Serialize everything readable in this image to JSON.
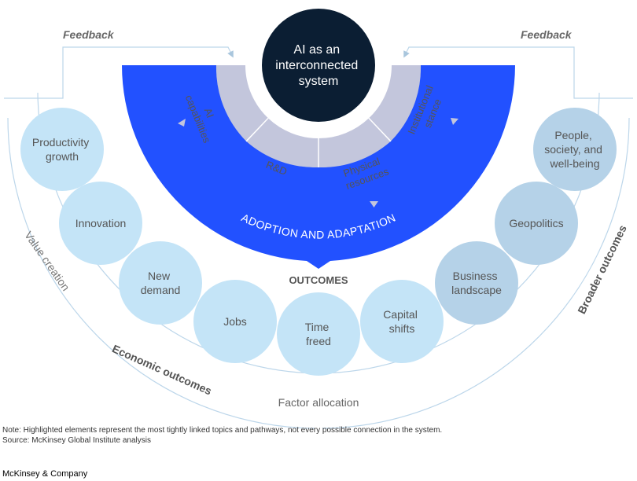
{
  "center": {
    "lines": [
      "AI as an",
      "interconnected",
      "system"
    ]
  },
  "feedback": {
    "left": "Feedback",
    "right": "Feedback"
  },
  "ring": {
    "segments": [
      {
        "lines": [
          "AI",
          "capabilities"
        ]
      },
      {
        "lines": [
          "R&D"
        ]
      },
      {
        "lines": [
          "Physical",
          "resources"
        ]
      },
      {
        "lines": [
          "Institutional",
          "stance"
        ]
      }
    ]
  },
  "band": {
    "label": "ADOPTION AND ADAPTATION"
  },
  "outcomes_title": "OUTCOMES",
  "circles": [
    {
      "lines": [
        "Productivity",
        "growth"
      ]
    },
    {
      "lines": [
        "Innovation"
      ]
    },
    {
      "lines": [
        "New",
        "demand"
      ]
    },
    {
      "lines": [
        "Jobs"
      ]
    },
    {
      "lines": [
        "Time",
        "freed"
      ]
    },
    {
      "lines": [
        "Capital",
        "shifts"
      ]
    },
    {
      "lines": [
        "Business",
        "landscape"
      ]
    },
    {
      "lines": [
        "Geopolitics"
      ]
    },
    {
      "lines": [
        "People,",
        "society, and",
        "well-being"
      ]
    }
  ],
  "arc_labels": {
    "value_creation": "Value creation",
    "economic_outcomes": "Economic outcomes",
    "factor_allocation": "Factor allocation",
    "broader_outcomes": "Broader outcomes"
  },
  "footer": {
    "note": "Note: Highlighted elements represent the most tightly linked topics and pathways, not every possible connection in the system.",
    "source": "Source: McKinsey Global Institute analysis",
    "brand": "McKinsey & Company"
  },
  "colors": {
    "center_fill": "#0b1e33",
    "ring_fill": "#c3c6dc",
    "band_fill": "#2251ff",
    "circle_fill": "#c4e4f7",
    "circle_fill_dark": "#b5d2e8",
    "arc_line": "#bcd6ea",
    "label_gray": "#555555"
  }
}
